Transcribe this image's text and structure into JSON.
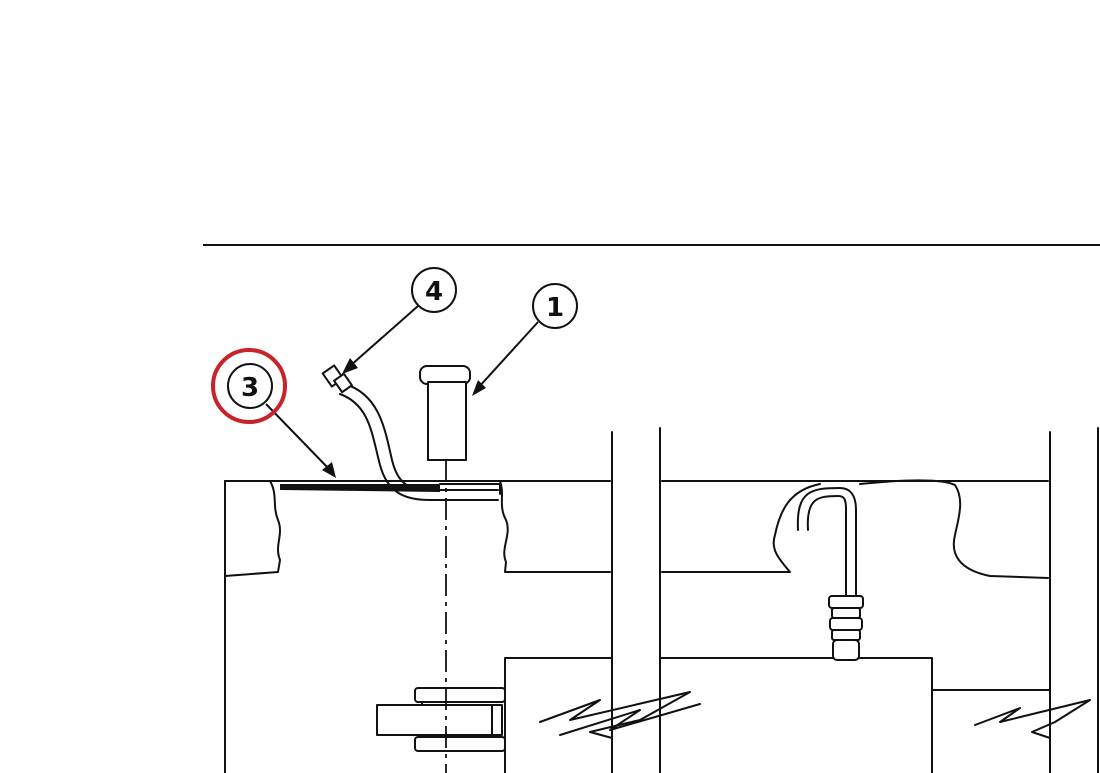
{
  "callouts": [
    {
      "id": "1",
      "label": "1"
    },
    {
      "id": "3",
      "label": "3",
      "highlighted": true
    },
    {
      "id": "4",
      "label": "4"
    }
  ],
  "colors": {
    "line": "#111111",
    "highlight": "#c8232a",
    "background": "#ffffff"
  }
}
